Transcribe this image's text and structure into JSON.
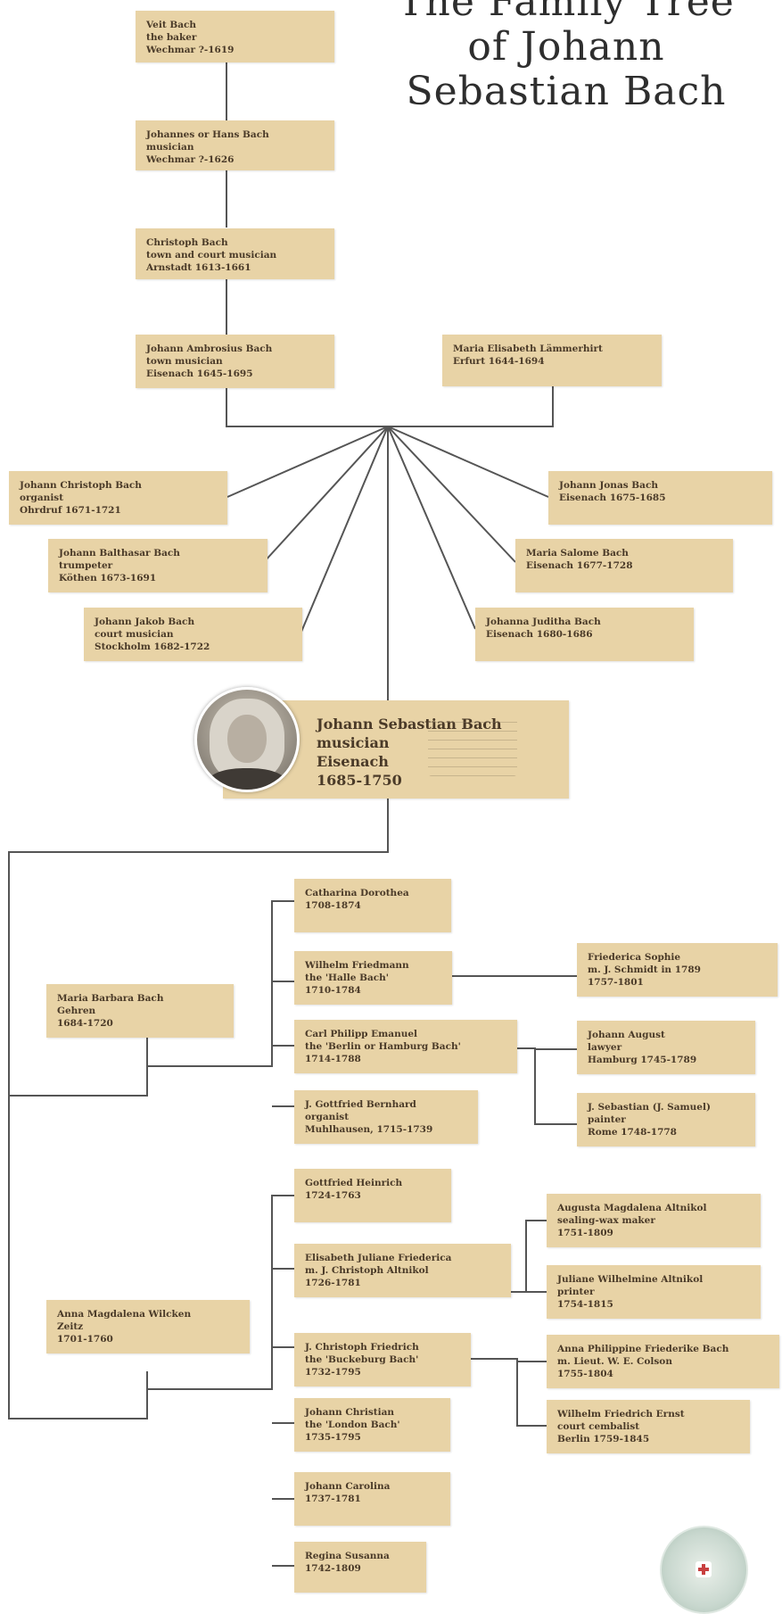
{
  "title": {
    "line1": "The Family Tree",
    "line2": "of Johann",
    "line3": "Sebastian Bach"
  },
  "people": {
    "veit": [
      "Veit Bach",
      "the baker",
      "Wechmar ?-1619"
    ],
    "johannes": [
      "Johannes or Hans Bach",
      "musician",
      "Wechmar ?-1626"
    ],
    "christoph": [
      "Christoph Bach",
      "town and court musician",
      "Arnstadt 1613-1661"
    ],
    "ambrosius": [
      "Johann Ambrosius Bach",
      "town musician",
      "Eisenach 1645-1695"
    ],
    "lammerhirt": [
      "Maria Elisabeth Lämmerhirt",
      "Erfurt 1644-1694"
    ],
    "js_christoph": [
      "Johann Christoph Bach",
      "organist",
      "Ohrdruf 1671-1721"
    ],
    "balthasar": [
      "Johann Balthasar Bach",
      "trumpeter",
      "Köthen 1673-1691"
    ],
    "jakob": [
      "Johann Jakob Bach",
      "court musician",
      "Stockholm 1682-1722"
    ],
    "jonas": [
      "Johann Jonas Bach",
      "Eisenach 1675-1685"
    ],
    "salome": [
      "Maria Salome Bach",
      "Eisenach 1677-1728"
    ],
    "juditha": [
      "Johanna Juditha Bach",
      "Eisenach 1680-1686"
    ],
    "sebastian": [
      "Johann Sebastian Bach",
      "musician",
      "Eisenach",
      "1685-1750"
    ],
    "barbara": [
      "Maria Barbara Bach",
      "Gehren",
      "1684-1720"
    ],
    "catharina": [
      "Catharina Dorothea",
      "1708-1874"
    ],
    "friedemann": [
      "Wilhelm Friedmann",
      "the 'Halle Bach'",
      "1710-1784"
    ],
    "cpe": [
      "Carl Philipp Emanuel",
      "the 'Berlin or Hamburg Bach'",
      "1714-1788"
    ],
    "bernhard": [
      "J. Gottfried Bernhard",
      "organist",
      "Muhlhausen, 1715-1739"
    ],
    "friederica": [
      "Friederica Sophie",
      "m. J. Schmidt in 1789",
      "1757-1801"
    ],
    "august": [
      "Johann August",
      "lawyer",
      "Hamburg 1745-1789"
    ],
    "samuel": [
      "J. Sebastian (J. Samuel)",
      "painter",
      "Rome 1748-1778"
    ],
    "anna": [
      "Anna Magdalena Wilcken",
      "Zeitz",
      "1701-1760"
    ],
    "heinrich": [
      "Gottfried Heinrich",
      "1724-1763"
    ],
    "elisabeth": [
      "Elisabeth Juliane Friederica",
      "m. J. Christoph Altnikol",
      "1726-1781"
    ],
    "augusta": [
      "Augusta Magdalena Altnikol",
      "sealing-wax maker",
      "1751-1809"
    ],
    "juliane": [
      "Juliane Wilhelmine Altnikol",
      "printer",
      "1754-1815"
    ],
    "jcf": [
      "J. Christoph Friedrich",
      "the 'Buckeburg Bach'",
      "1732-1795"
    ],
    "philippine": [
      "Anna Philippine Friederike Bach",
      "m. Lieut. W. E. Colson",
      "1755-1804"
    ],
    "wfe": [
      "Wilhelm Friedrich Ernst",
      "court cembalist",
      "Berlin 1759-1845"
    ],
    "jc": [
      "Johann Christian",
      "the 'London Bach'",
      "1735-1795"
    ],
    "carolina": [
      "Johann Carolina",
      "1737-1781"
    ],
    "susanna": [
      "Regina Susanna",
      "1742-1809"
    ]
  },
  "colors": {
    "box": "#e8d3a6",
    "text": "#4a3a28",
    "line": "#555555",
    "title": "#2e2e2e"
  }
}
